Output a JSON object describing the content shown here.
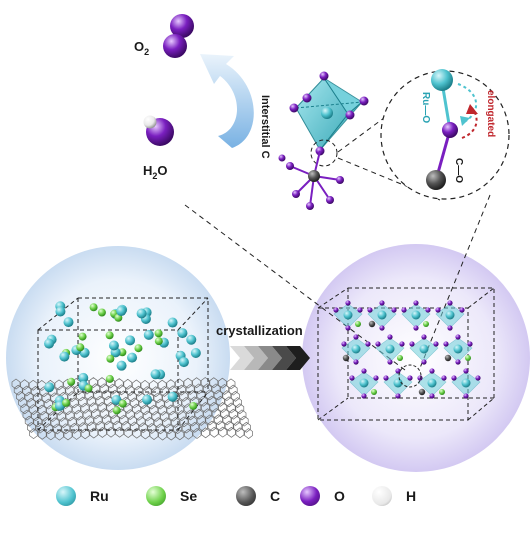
{
  "reaction": {
    "product_label": "O",
    "product_sub": "2",
    "reactant_label": "H",
    "reactant_sub": "2",
    "reactant_tail": "O"
  },
  "insets": {
    "interstitial_label": "Interstitial C",
    "ru_o_label": "Ru—O",
    "c_o_label": "C—O",
    "elongated_label": "elongated"
  },
  "process": {
    "crystallization_label": "crystallization"
  },
  "legend": [
    {
      "label": "Ru",
      "color": "#4fc3cf"
    },
    {
      "label": "Se",
      "color": "#6ed14a"
    },
    {
      "label": "C",
      "color": "#555555"
    },
    {
      "label": "O",
      "color": "#7a1fc0"
    },
    {
      "label": "H",
      "color": "#e8e8e8"
    }
  ],
  "colors": {
    "ru": "#4fc3cf",
    "se": "#6ed14a",
    "c": "#555555",
    "o": "#7a1fc0",
    "h": "#e8e8e8",
    "elongated": "#c0272d"
  }
}
